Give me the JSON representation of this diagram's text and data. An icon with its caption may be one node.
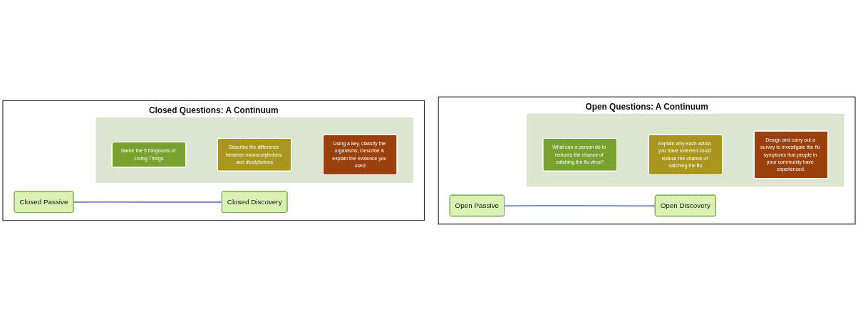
{
  "diagram": {
    "nodes": [
      {
        "text": [
          "Closed Questions: A Continuum"
        ]
      },
      {
        "text": [],
        "shape": "arrow",
        "in": 0
      },
      {
        "text": [
          "Name the 5 Kingdoms of Living Things"
        ],
        "in": 1
      },
      {
        "text": [
          "Describe the difference between monocotyledons and dicotyledons"
        ],
        "in": 1
      },
      {
        "text": [
          "Using a key, classify the organisms; Describe & explain the evidence you used"
        ],
        "in": 1
      },
      {
        "text": [
          "Closed Passive"
        ],
        "in": 0
      },
      {
        "text": [
          "Closed Discovery"
        ],
        "in": 0
      },
      {
        "text": [
          "Open Questions: A Continuum"
        ]
      },
      {
        "text": [],
        "shape": "arrow",
        "in": 7
      },
      {
        "text": [
          "What can a person do to reduces the chance of catching the flu virus?"
        ],
        "in": 8
      },
      {
        "text": [
          "Explain why each action you have selected could reduce the chance of catching the flu"
        ],
        "in": 8
      },
      {
        "text": [
          "Design and carry out a survey to investigate the flu symptoms that people in your community have experienced."
        ],
        "in": 8
      },
      {
        "text": [
          "Open Passive"
        ],
        "in": 7
      },
      {
        "text": [
          "Open Discovery"
        ],
        "in": 7
      }
    ],
    "edges": [
      {
        "from": 5,
        "to": 6,
        "arrow": "to"
      },
      {
        "from": 12,
        "to": 13,
        "arrow": "to"
      }
    ]
  }
}
